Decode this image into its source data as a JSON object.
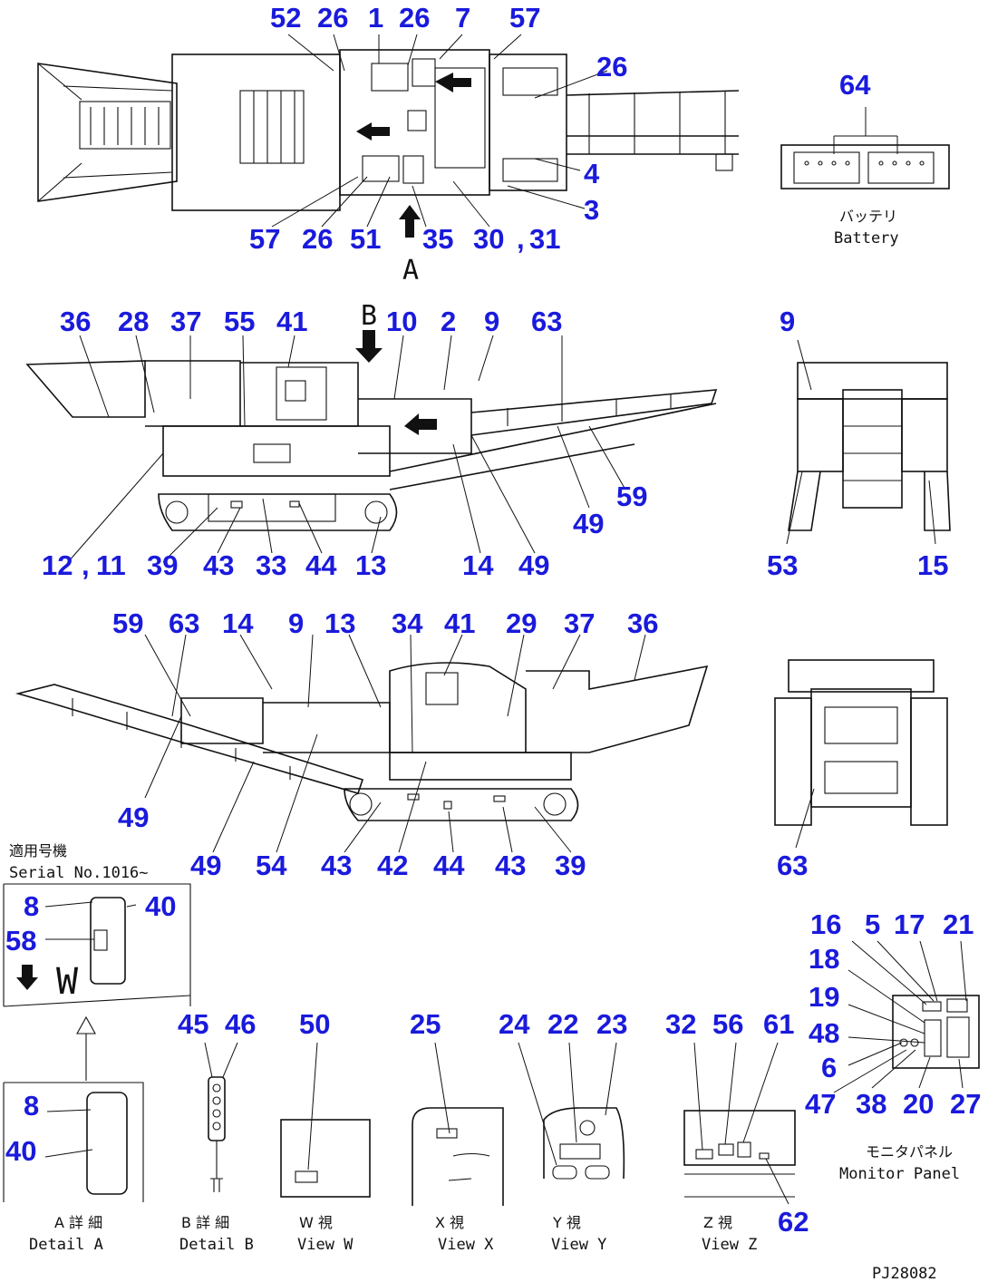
{
  "drawing_id": "PJ28082",
  "views": {
    "top": {
      "labels": [
        "52",
        "26",
        "1",
        "26",
        "7",
        "57",
        "26",
        "4",
        "3",
        "57",
        "26",
        "51",
        "35",
        "30",
        ",",
        "31"
      ],
      "arrow_caption": "A"
    },
    "battery": {
      "number": "64",
      "caption_jp": "バッテリ",
      "caption_en": "Battery"
    },
    "side_left": {
      "labels": [
        "36",
        "28",
        "37",
        "55",
        "41",
        "10",
        "2",
        "9",
        "63",
        "59",
        "49",
        "12",
        ",",
        "11",
        "39",
        "43",
        "33",
        "44",
        "13",
        "14",
        "49"
      ],
      "arrow_caption": "B"
    },
    "rear": {
      "labels": [
        "9",
        "53",
        "15"
      ]
    },
    "side_right": {
      "labels": [
        "59",
        "63",
        "14",
        "9",
        "13",
        "34",
        "41",
        "29",
        "37",
        "36",
        "49",
        "49",
        "54",
        "43",
        "42",
        "44",
        "43",
        "39"
      ]
    },
    "front": {
      "labels": [
        "63"
      ]
    },
    "serial": {
      "jp": "適用号機",
      "en": "Serial No.1016~"
    },
    "detail_w": {
      "labels": [
        "8",
        "40",
        "58"
      ],
      "letter": "W"
    },
    "detail_a": {
      "labels": [
        "8",
        "40"
      ],
      "caption_jp": "A 詳 細",
      "caption_en": "Detail A"
    },
    "detail_b": {
      "labels": [
        "45",
        "46"
      ],
      "caption_jp": "B 詳 細",
      "caption_en": "Detail B"
    },
    "view_w": {
      "labels": [
        "50"
      ],
      "caption_jp": "W 視",
      "caption_en": "View W"
    },
    "view_x": {
      "labels": [
        "25"
      ],
      "caption_jp": "X 視",
      "caption_en": "View X"
    },
    "view_y": {
      "labels": [
        "24",
        "22",
        "23"
      ],
      "caption_jp": "Y 視",
      "caption_en": "View Y"
    },
    "view_z": {
      "labels": [
        "32",
        "56",
        "61",
        "62"
      ],
      "caption_jp": "Z 視",
      "caption_en": "View Z"
    },
    "monitor": {
      "labels": [
        "16",
        "5",
        "17",
        "21",
        "18",
        "19",
        "48",
        "6",
        "47",
        "38",
        "20",
        "27"
      ],
      "caption_jp": "モニタパネル",
      "caption_en": "Monitor Panel"
    }
  }
}
